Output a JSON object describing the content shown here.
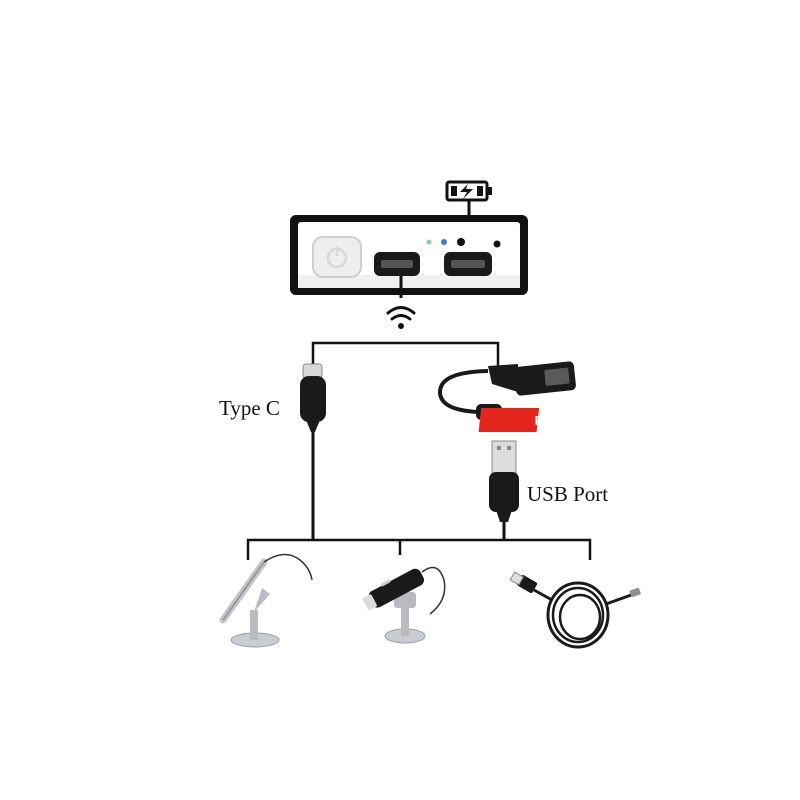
{
  "labels": {
    "type_c": "Type C",
    "usb_port": "USB Port",
    "free_badge": "FREE"
  },
  "icons": {
    "battery": "battery-charging-icon",
    "wifi": "wifi-icon",
    "power": "power-icon"
  },
  "colors": {
    "line": "#111111",
    "badge": "#e3261c",
    "device_body": "#ffffff",
    "device_border": "#111111",
    "cable": "#1a1a1a",
    "stand": "#c9ccd0"
  }
}
